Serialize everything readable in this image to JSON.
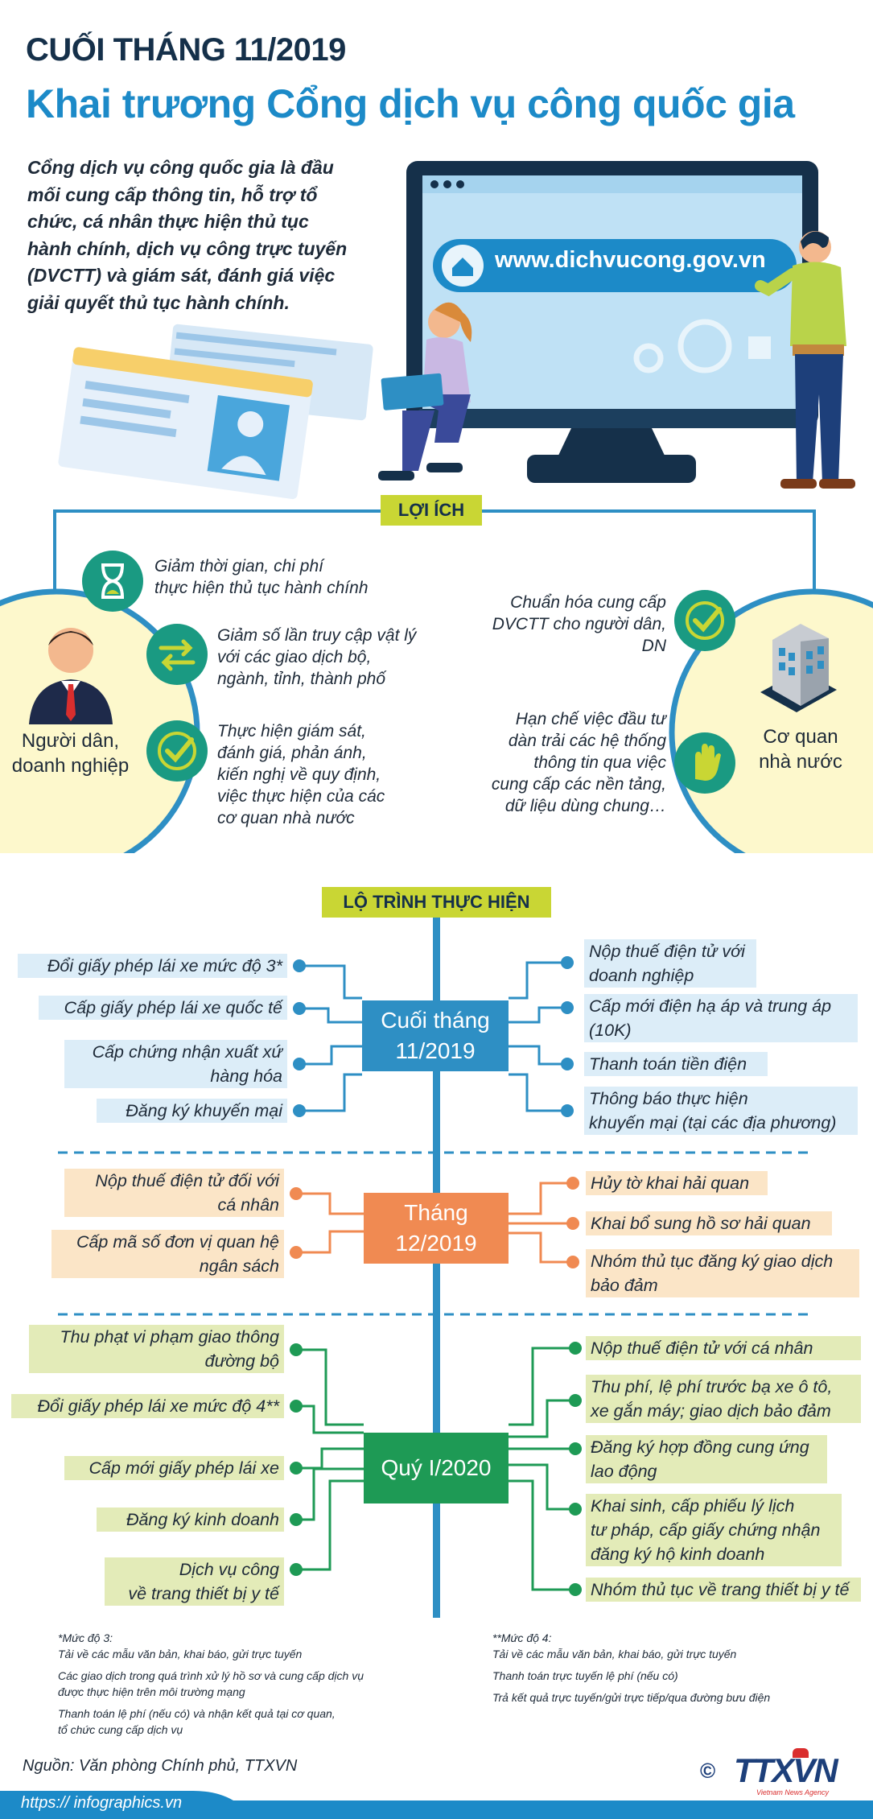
{
  "header": {
    "title_line1": "CUỐI THÁNG 11/2019",
    "title_line2": "Khai trương Cổng dịch vụ công quốc gia"
  },
  "intro": "Cổng dịch vụ công quốc gia là đầu mối cung cấp thông tin, hỗ trợ tổ chức, cá nhân thực hiện thủ tục hành chính, dịch vụ công trực tuyến (DVCTT) và giám sát, đánh giá việc giải quyết thủ tục hành chính.",
  "monitor": {
    "url": "www.dichvucong.gov.vn"
  },
  "benefits": {
    "tag": "LỢI ÍCH",
    "citizens_label_1": "Người dân,",
    "citizens_label_2": "doanh nghiệp",
    "state_label_1": "Cơ quan",
    "state_label_2": "nhà nước",
    "left": [
      {
        "icon": "hourglass-icon",
        "text_1": "Giảm thời gian, chi phí",
        "text_2": "thực hiện thủ tục hành chính"
      },
      {
        "icon": "exchange-arrows-icon",
        "text_1": "Giảm số lần truy cập vật lý",
        "text_2": "với các giao dịch bộ,",
        "text_3": "ngành, tỉnh, thành phố"
      },
      {
        "icon": "check-icon",
        "text_1": "Thực hiện giám sát,",
        "text_2": "đánh giá, phản ánh,",
        "text_3": "kiến nghị về quy định,",
        "text_4": "việc thực hiện của các",
        "text_5": "cơ quan nhà nước"
      }
    ],
    "right": [
      {
        "icon": "check-icon",
        "text_1": "Chuẩn hóa cung cấp",
        "text_2": "DVCTT cho người dân,",
        "text_3": "DN"
      },
      {
        "icon": "stop-hand-icon",
        "text_1": "Hạn chế việc đầu tư",
        "text_2": "dàn trải các hệ thống",
        "text_3": "thông tin qua việc",
        "text_4": "cung cấp các nền tảng,",
        "text_5": "dữ liệu dùng chung…"
      }
    ]
  },
  "roadmap": {
    "tag": "LỘ TRÌNH THỰC HIỆN",
    "stage1": {
      "label_1": "Cuối tháng",
      "label_2": "11/2019",
      "left_1": "Đổi giấy phép lái xe mức độ 3*",
      "left_2": "Cấp giấy phép lái xe quốc tế",
      "left_3a": "Cấp chứng nhận xuất xứ",
      "left_3b": "hàng hóa",
      "left_4": "Đăng ký khuyến mại",
      "right_1a": "Nộp thuế điện tử với",
      "right_1b": "doanh nghiệp",
      "right_2a": "Cấp mới điện hạ áp và trung áp",
      "right_2b": "(10K)",
      "right_3": "Thanh toán tiền điện",
      "right_4a": "Thông báo thực hiện",
      "right_4b": "khuyến mại (tại các địa phương)"
    },
    "stage2": {
      "label_1": "Tháng",
      "label_2": "12/2019",
      "left_1a": "Nộp thuế điện tử đối với",
      "left_1b": "cá nhân",
      "left_2a": "Cấp mã số đơn vị quan hệ",
      "left_2b": "ngân sách",
      "right_1": "Hủy tờ khai hải quan",
      "right_2": "Khai bổ sung hồ sơ hải quan",
      "right_3a": "Nhóm thủ tục đăng ký giao dịch",
      "right_3b": "bảo đảm"
    },
    "stage3": {
      "label": "Quý I/2020",
      "left_1a": "Thu phạt vi phạm giao thông",
      "left_1b": "đường bộ",
      "left_2": "Đổi giấy phép lái xe mức độ 4**",
      "left_3": "Cấp mới giấy phép lái xe",
      "left_4": "Đăng ký kinh doanh",
      "left_5a": "Dịch vụ công",
      "left_5b": "về trang thiết bị y tế",
      "right_1": "Nộp thuế điện tử với cá nhân",
      "right_2a": "Thu phí, lệ phí trước bạ xe ô tô,",
      "right_2b": "xe gắn máy; giao dịch bảo đảm",
      "right_3a": "Đăng ký hợp đồng cung ứng",
      "right_3b": "lao động",
      "right_4a": "Khai sinh, cấp phiếu lý lịch",
      "right_4b": "tư pháp, cấp giấy chứng nhận",
      "right_4c": "đăng ký hộ kinh doanh",
      "right_5": "Nhóm thủ tục về trang thiết bị y tế"
    }
  },
  "notes": {
    "level3_title": "*Mức độ 3:",
    "level3_1": "Tải về các mẫu văn bản, khai báo, gửi trực tuyến",
    "level3_2a": "Các giao dịch trong quá trình xử lý hồ sơ và cung cấp dịch vụ",
    "level3_2b": "được thực hiện trên môi trường mạng",
    "level3_3a": "Thanh toán lệ phí (nếu có) và nhận kết quả tại cơ quan,",
    "level3_3b": "tổ chức cung cấp dịch vụ",
    "level4_title": "**Mức độ 4:",
    "level4_1": "Tải về các mẫu văn bản, khai báo, gửi trực tuyến",
    "level4_2": "Thanh toán trực tuyến lệ phí (nếu có)",
    "level4_3": "Trả kết quả trực tuyến/gửi trực tiếp/qua đường bưu điện"
  },
  "footer": {
    "source": "Nguồn: Văn phòng Chính phủ, TTXVN",
    "url": "https:// infographics.vn",
    "logo": "TTXVN",
    "logo_sub": "Vietnam News Agency",
    "copyright": "©"
  },
  "colors": {
    "primary_blue": "#1c8ac8",
    "navy": "#15304a",
    "lime_tag": "#c9d634",
    "teal_icon": "#1a9a82",
    "stage1": "#2e8fc4",
    "stage2": "#f08a52",
    "stage3": "#1e9a55",
    "circle_fill": "#fdf8cc"
  }
}
